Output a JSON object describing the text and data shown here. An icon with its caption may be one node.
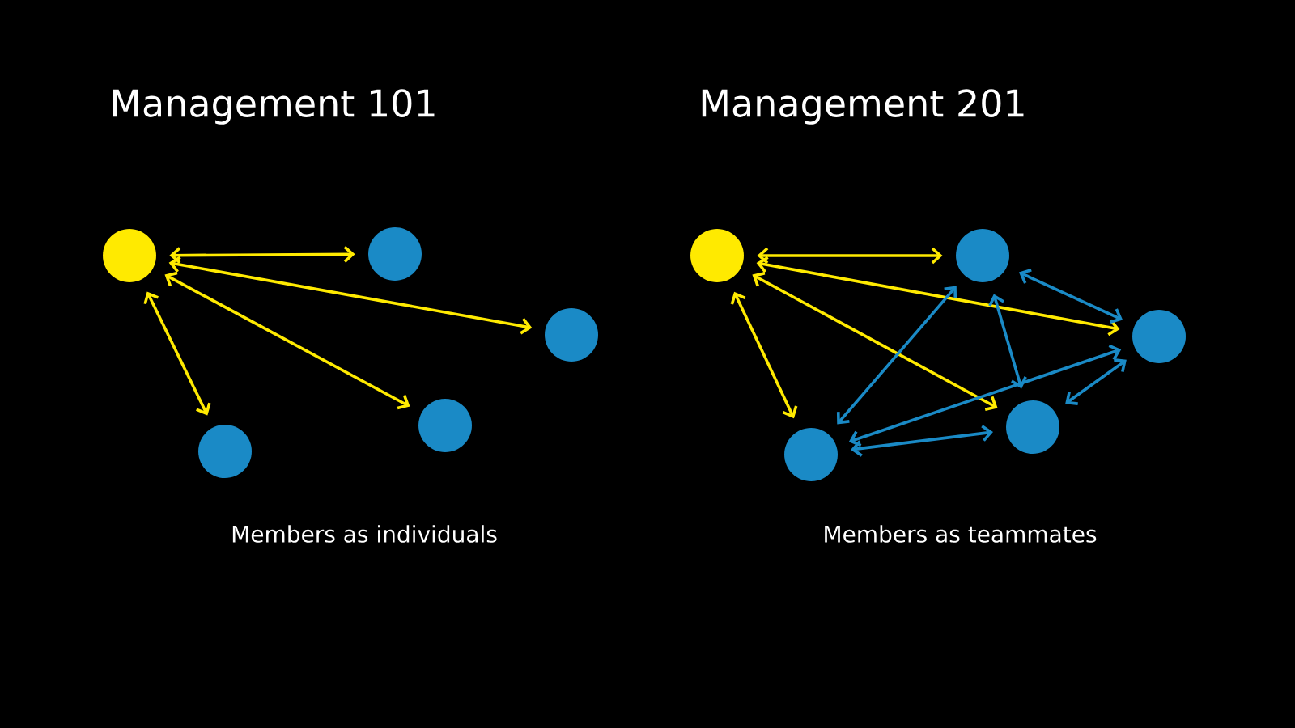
{
  "diagram": {
    "nodes": [
      {
        "text": [],
        "shape": "circle"
      },
      {
        "text": [],
        "shape": "circle"
      },
      {
        "text": [],
        "shape": "circle"
      },
      {
        "text": [],
        "shape": "circle"
      },
      {
        "text": [],
        "shape": "circle"
      },
      {
        "text": [],
        "shape": "circle"
      },
      {
        "text": [],
        "shape": "circle"
      },
      {
        "text": [],
        "shape": "circle"
      },
      {
        "text": [],
        "shape": "circle"
      },
      {
        "text": [],
        "shape": "circle"
      }
    ],
    "edges": [
      {
        "from": 0,
        "to": 1,
        "arrow": "both"
      },
      {
        "from": 0,
        "to": 2,
        "arrow": "both"
      },
      {
        "from": 0,
        "to": 3,
        "arrow": "both"
      },
      {
        "from": 0,
        "to": 4,
        "arrow": "both"
      },
      {
        "from": 5,
        "to": 6,
        "arrow": "both"
      },
      {
        "from": 5,
        "to": 7,
        "arrow": "both"
      },
      {
        "from": 5,
        "to": 8,
        "arrow": "both"
      },
      {
        "from": 5,
        "to": 9,
        "arrow": "both"
      },
      {
        "from": 6,
        "to": 7,
        "arrow": "both",
        "color": "#1a8ac6"
      },
      {
        "from": 6,
        "to": 8,
        "arrow": "both",
        "color": "#1a8ac6"
      },
      {
        "from": 6,
        "to": 9,
        "arrow": "both",
        "color": "#1a8ac6"
      },
      {
        "from": 7,
        "to": 9,
        "arrow": "both",
        "color": "#1a8ac6"
      },
      {
        "from": 7,
        "to": 8,
        "arrow": "both",
        "color": "#1a8ac6"
      },
      {
        "from": 8,
        "to": 9,
        "arrow": "both",
        "color": "#1a8ac6"
      }
    ],
    "labels": [
      "Management 101",
      "Management 201",
      "Members as individuals",
      "Members as teammates"
    ]
  }
}
